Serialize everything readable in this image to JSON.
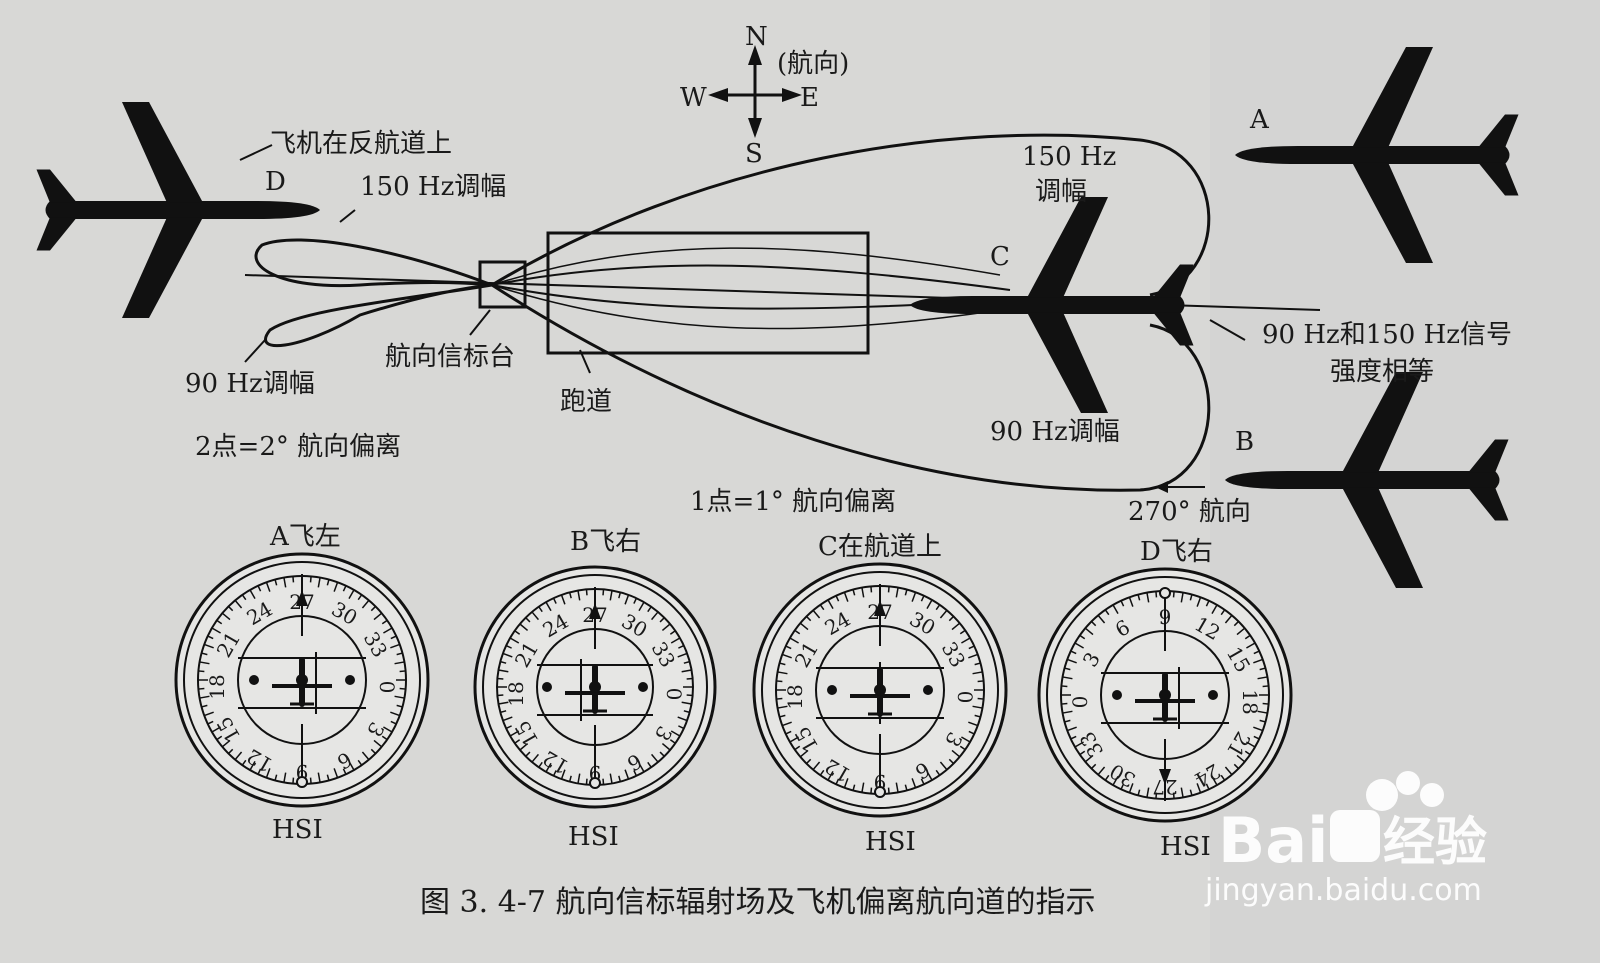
{
  "compass": {
    "n": "N",
    "s": "S",
    "e": "E",
    "w": "W",
    "heading_note": "(航向)"
  },
  "labels": {
    "plane_on_back_course": "飞机在反航道上",
    "plane_a": "A",
    "plane_b": "B",
    "plane_c": "C",
    "plane_d": "D",
    "hz150_left": "150 Hz调幅",
    "hz150_right_1": "150 Hz",
    "hz150_right_2": "调幅",
    "hz90_left": "90 Hz调幅",
    "hz90_right": "90 Hz调幅",
    "localizer": "航向信标台",
    "runway": "跑道",
    "equal_signal_1": "90 Hz和150 Hz信号",
    "equal_signal_2": "强度相等",
    "two_dot": "2点=2° 航向偏离",
    "one_dot": "1点=1° 航向偏离",
    "heading_270": "270° 航向"
  },
  "hsi": [
    {
      "title": "A飞左",
      "label": "HSI",
      "top": "27",
      "course": "up",
      "cdi": "right"
    },
    {
      "title": "B飞右",
      "label": "HSI",
      "top": "27",
      "course": "up",
      "cdi": "left"
    },
    {
      "title": "C在航道上",
      "label": "HSI",
      "top": "27",
      "course": "up",
      "cdi": "center"
    },
    {
      "title": "D飞右",
      "label": "HSI",
      "top": "9",
      "course": "down",
      "cdi": "right"
    }
  ],
  "caption": "图 3. 4-7    航向信标辐射场及飞机偏离航向道的指示",
  "watermark": {
    "brand": "Bai",
    "brand_tail": "经验",
    "url": "jingyan.baidu.com"
  }
}
